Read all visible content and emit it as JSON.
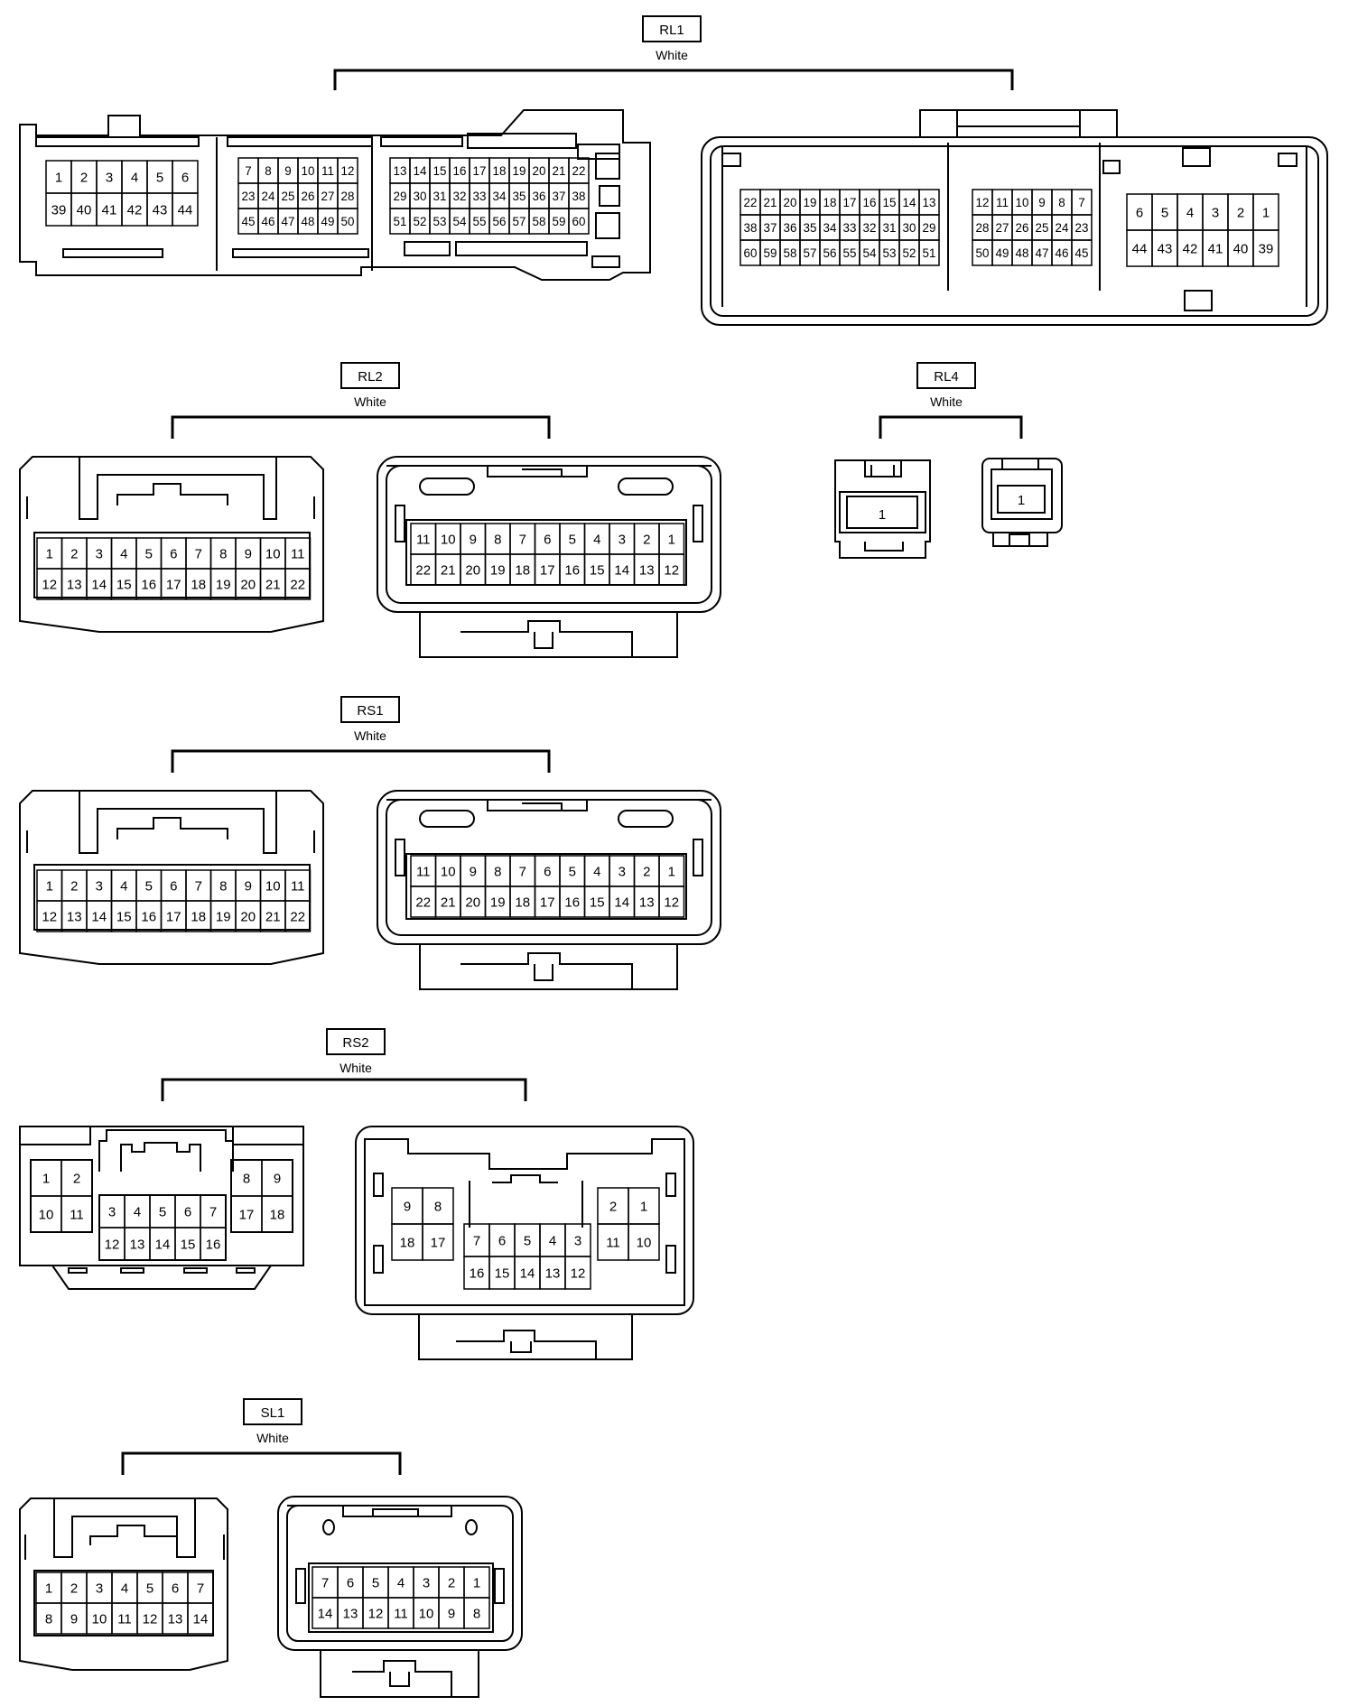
{
  "connectors": {
    "rl1": {
      "code": "RL1",
      "color": "White",
      "harness_side": {
        "block1": {
          "rows": [
            [
              "1",
              "2",
              "3",
              "4",
              "5",
              "6"
            ],
            [
              "39",
              "40",
              "41",
              "42",
              "43",
              "44"
            ]
          ]
        },
        "block2": {
          "rows": [
            [
              "7",
              "8",
              "9",
              "10",
              "11",
              "12"
            ],
            [
              "23",
              "24",
              "25",
              "26",
              "27",
              "28"
            ],
            [
              "45",
              "46",
              "47",
              "48",
              "49",
              "50"
            ]
          ]
        },
        "block3": {
          "rows": [
            [
              "13",
              "14",
              "15",
              "16",
              "17",
              "18",
              "19",
              "20",
              "21",
              "22"
            ],
            [
              "29",
              "30",
              "31",
              "32",
              "33",
              "34",
              "35",
              "36",
              "37",
              "38"
            ],
            [
              "51",
              "52",
              "53",
              "54",
              "55",
              "56",
              "57",
              "58",
              "59",
              "60"
            ]
          ]
        }
      },
      "component_side": {
        "block1": {
          "rows": [
            [
              "22",
              "21",
              "20",
              "19",
              "18",
              "17",
              "16",
              "15",
              "14",
              "13"
            ],
            [
              "38",
              "37",
              "36",
              "35",
              "34",
              "33",
              "32",
              "31",
              "30",
              "29"
            ],
            [
              "60",
              "59",
              "58",
              "57",
              "56",
              "55",
              "54",
              "53",
              "52",
              "51"
            ]
          ]
        },
        "block2": {
          "rows": [
            [
              "12",
              "11",
              "10",
              "9",
              "8",
              "7"
            ],
            [
              "28",
              "27",
              "26",
              "25",
              "24",
              "23"
            ],
            [
              "50",
              "49",
              "48",
              "47",
              "46",
              "45"
            ]
          ]
        },
        "block3": {
          "rows": [
            [
              "6",
              "5",
              "4",
              "3",
              "2",
              "1"
            ],
            [
              "44",
              "43",
              "42",
              "41",
              "40",
              "39"
            ]
          ]
        }
      }
    },
    "rl2": {
      "code": "RL2",
      "color": "White",
      "harness_side": {
        "rows": [
          [
            "1",
            "2",
            "3",
            "4",
            "5",
            "6",
            "7",
            "8",
            "9",
            "10",
            "11"
          ],
          [
            "12",
            "13",
            "14",
            "15",
            "16",
            "17",
            "18",
            "19",
            "20",
            "21",
            "22"
          ]
        ]
      },
      "component_side": {
        "rows": [
          [
            "11",
            "10",
            "9",
            "8",
            "7",
            "6",
            "5",
            "4",
            "3",
            "2",
            "1"
          ],
          [
            "22",
            "21",
            "20",
            "19",
            "18",
            "17",
            "16",
            "15",
            "14",
            "13",
            "12"
          ]
        ]
      }
    },
    "rl4": {
      "code": "RL4",
      "color": "White",
      "harness_side": {
        "pin": "1"
      },
      "component_side": {
        "pin": "1"
      }
    },
    "rs1": {
      "code": "RS1",
      "color": "White",
      "harness_side": {
        "rows": [
          [
            "1",
            "2",
            "3",
            "4",
            "5",
            "6",
            "7",
            "8",
            "9",
            "10",
            "11"
          ],
          [
            "12",
            "13",
            "14",
            "15",
            "16",
            "17",
            "18",
            "19",
            "20",
            "21",
            "22"
          ]
        ]
      },
      "component_side": {
        "rows": [
          [
            "11",
            "10",
            "9",
            "8",
            "7",
            "6",
            "5",
            "4",
            "3",
            "2",
            "1"
          ],
          [
            "22",
            "21",
            "20",
            "19",
            "18",
            "17",
            "16",
            "15",
            "14",
            "13",
            "12"
          ]
        ]
      }
    },
    "rs2": {
      "code": "RS2",
      "color": "White",
      "harness_side": {
        "left": {
          "rows": [
            [
              "1",
              "2"
            ],
            [
              "10",
              "11"
            ]
          ]
        },
        "center": {
          "rows": [
            [
              "3",
              "4",
              "5",
              "6",
              "7"
            ],
            [
              "12",
              "13",
              "14",
              "15",
              "16"
            ]
          ]
        },
        "right": {
          "rows": [
            [
              "8",
              "9"
            ],
            [
              "17",
              "18"
            ]
          ]
        }
      },
      "component_side": {
        "left": {
          "rows": [
            [
              "9",
              "8"
            ],
            [
              "18",
              "17"
            ]
          ]
        },
        "center": {
          "rows": [
            [
              "7",
              "6",
              "5",
              "4",
              "3"
            ],
            [
              "16",
              "15",
              "14",
              "13",
              "12"
            ]
          ]
        },
        "right": {
          "rows": [
            [
              "2",
              "1"
            ],
            [
              "11",
              "10"
            ]
          ]
        }
      }
    },
    "sl1": {
      "code": "SL1",
      "color": "White",
      "harness_side": {
        "rows": [
          [
            "1",
            "2",
            "3",
            "4",
            "5",
            "6",
            "7"
          ],
          [
            "8",
            "9",
            "10",
            "11",
            "12",
            "13",
            "14"
          ]
        ]
      },
      "component_side": {
        "rows": [
          [
            "7",
            "6",
            "5",
            "4",
            "3",
            "2",
            "1"
          ],
          [
            "14",
            "13",
            "12",
            "11",
            "10",
            "9",
            "8"
          ]
        ]
      }
    }
  }
}
